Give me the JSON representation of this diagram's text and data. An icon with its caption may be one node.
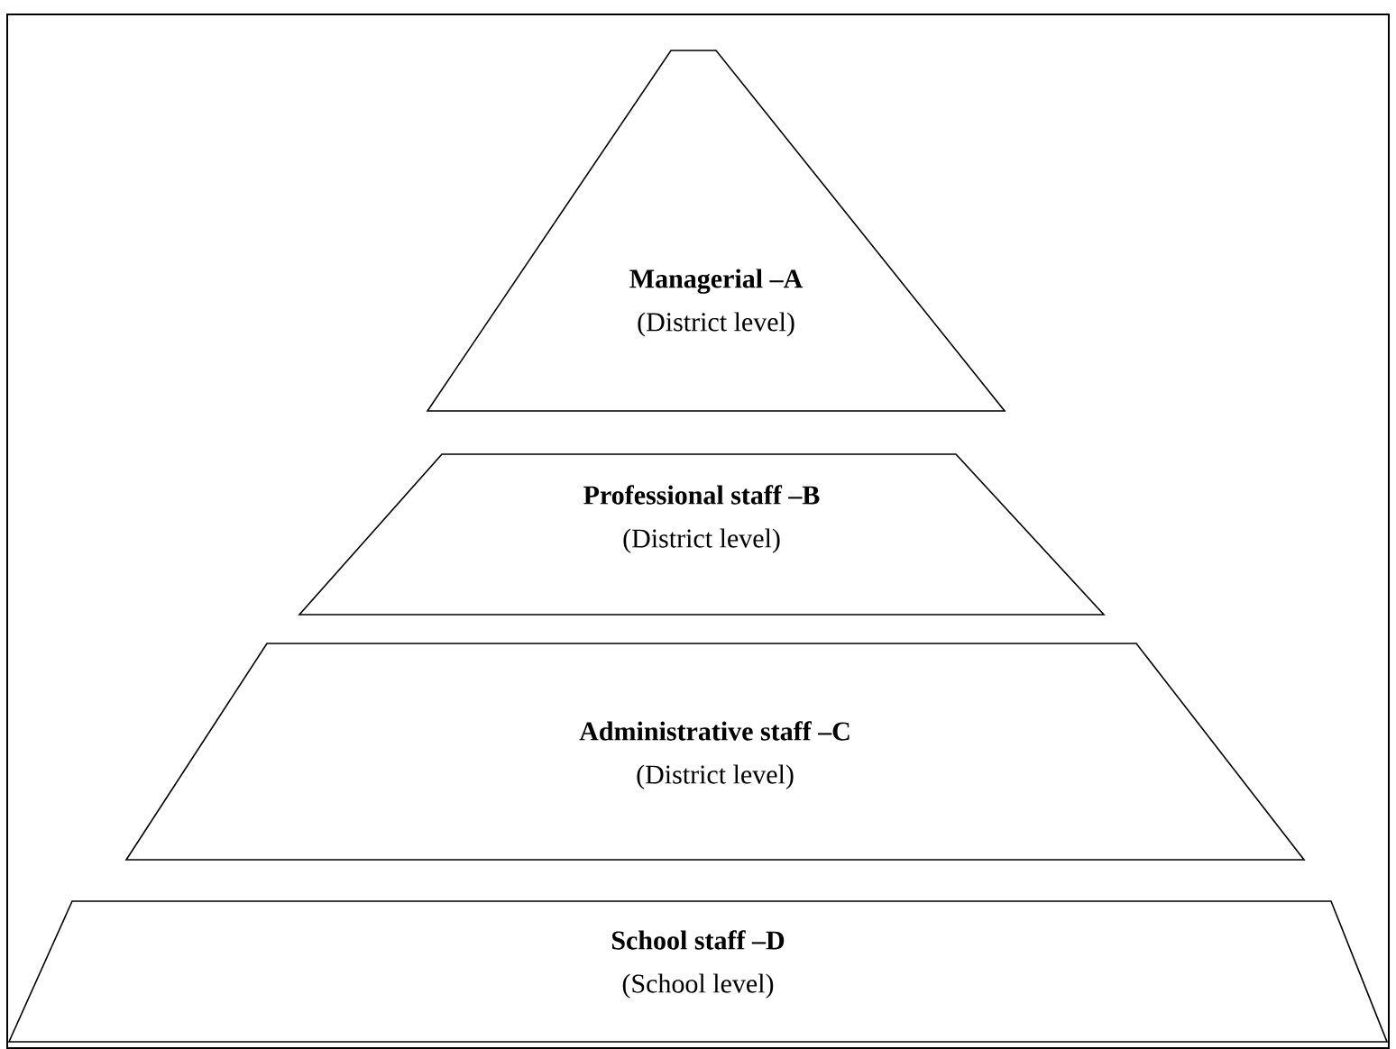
{
  "diagram": {
    "nodes": [
      {
        "text": [
          "Managerial –A",
          "(District level)"
        ]
      },
      {
        "text": [
          "Professional staff –B",
          "(District level)"
        ]
      },
      {
        "text": [
          "Administrative staff –C",
          "(District level)"
        ]
      },
      {
        "text": [
          "School staff –D",
          "(School level)"
        ]
      }
    ]
  }
}
